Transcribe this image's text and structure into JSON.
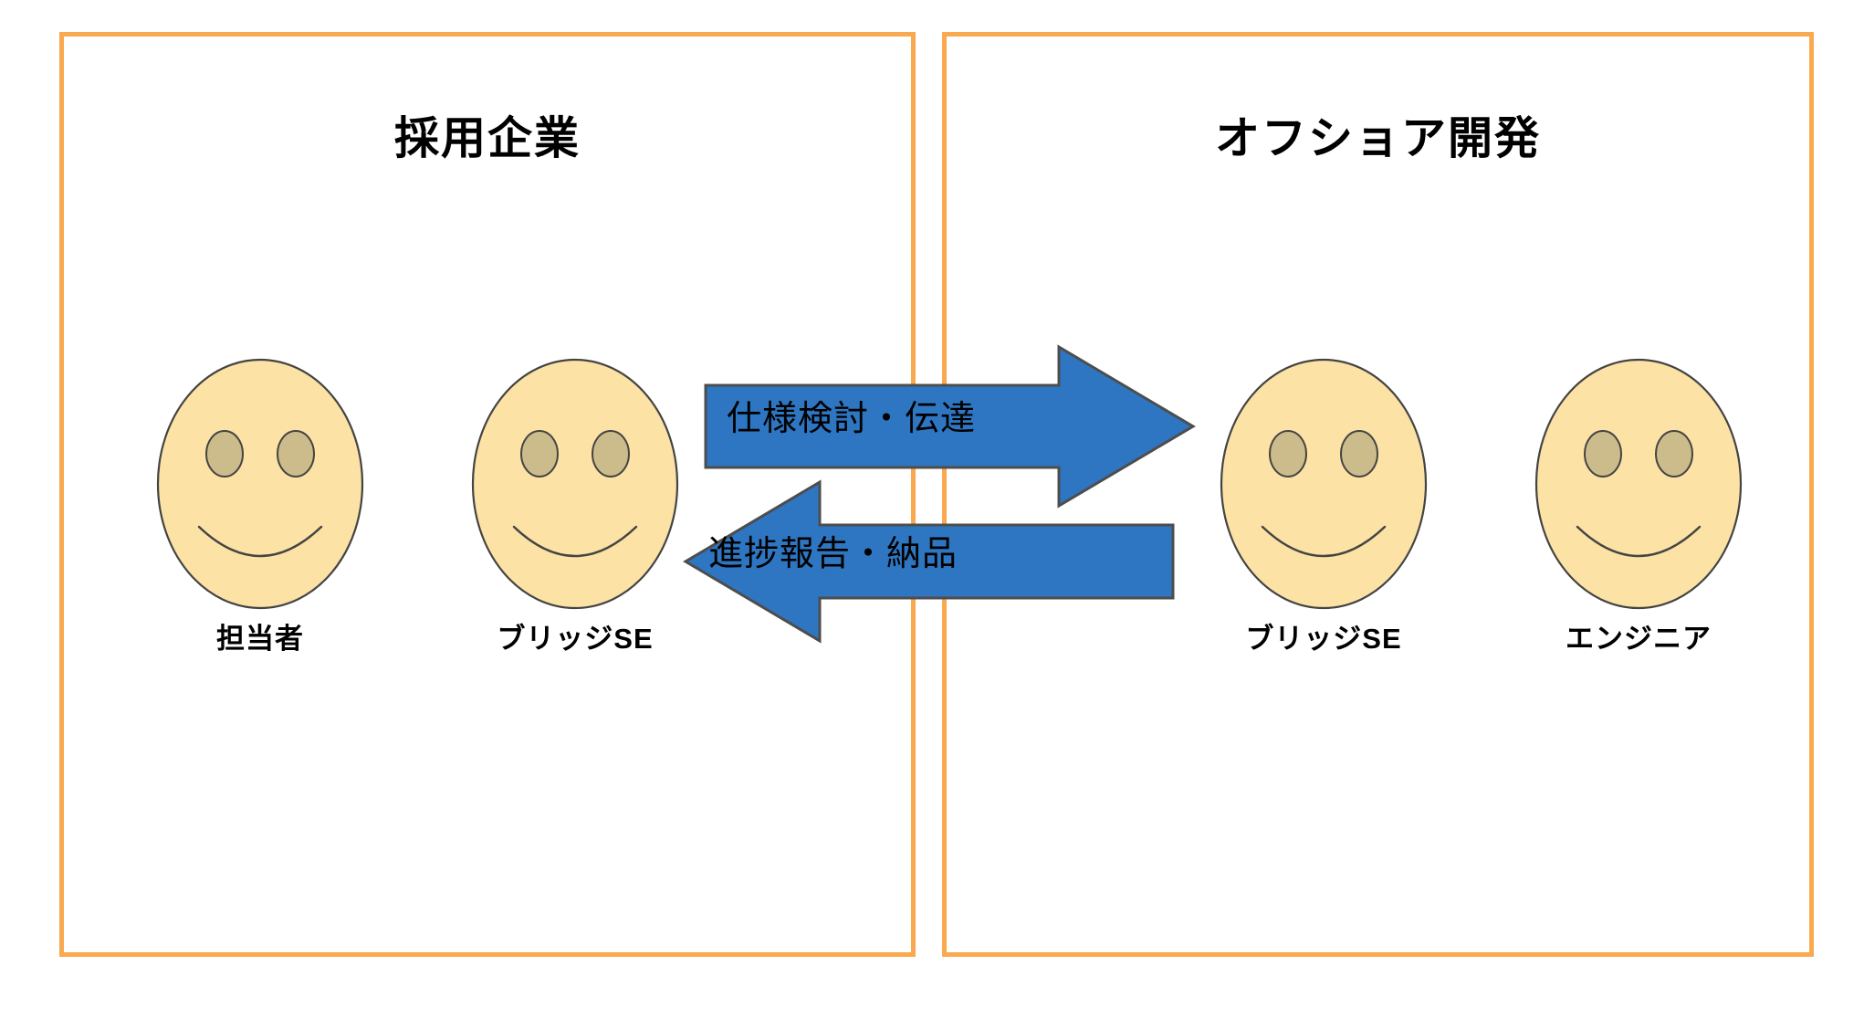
{
  "diagram": {
    "title_left": "採用企業",
    "title_right": "オフショア開発",
    "colors": {
      "panel_border": "#f9a94f",
      "face_fill": "#fce2a4",
      "face_stroke": "#444444",
      "eye_fill": "#cdbc8b",
      "arrow_fill": "#2e76c2",
      "arrow_stroke": "#4d4d4d",
      "text": "#000000"
    },
    "panels": [
      {
        "name": "hiring-company",
        "title": "採用企業",
        "people": [
          {
            "label": "担当者",
            "icon": "smiley-face-icon"
          },
          {
            "label": "ブリッジSE",
            "icon": "smiley-face-icon"
          }
        ]
      },
      {
        "name": "offshore-development",
        "title": "オフショア開発",
        "people": [
          {
            "label": "ブリッジSE",
            "icon": "smiley-face-icon"
          },
          {
            "label": "エンジニア",
            "icon": "smiley-face-icon"
          }
        ]
      }
    ],
    "arrows": [
      {
        "name": "spec-transfer-arrow",
        "label": "仕様検討・伝達",
        "direction": "right",
        "icon": "arrow-right-icon"
      },
      {
        "name": "progress-report-arrow",
        "label": "進捗報告・納品",
        "direction": "left",
        "icon": "arrow-left-icon"
      }
    ],
    "people_flat": {
      "p1": "担当者",
      "p2": "ブリッジSE",
      "p3": "ブリッジSE",
      "p4": "エンジニア"
    }
  }
}
